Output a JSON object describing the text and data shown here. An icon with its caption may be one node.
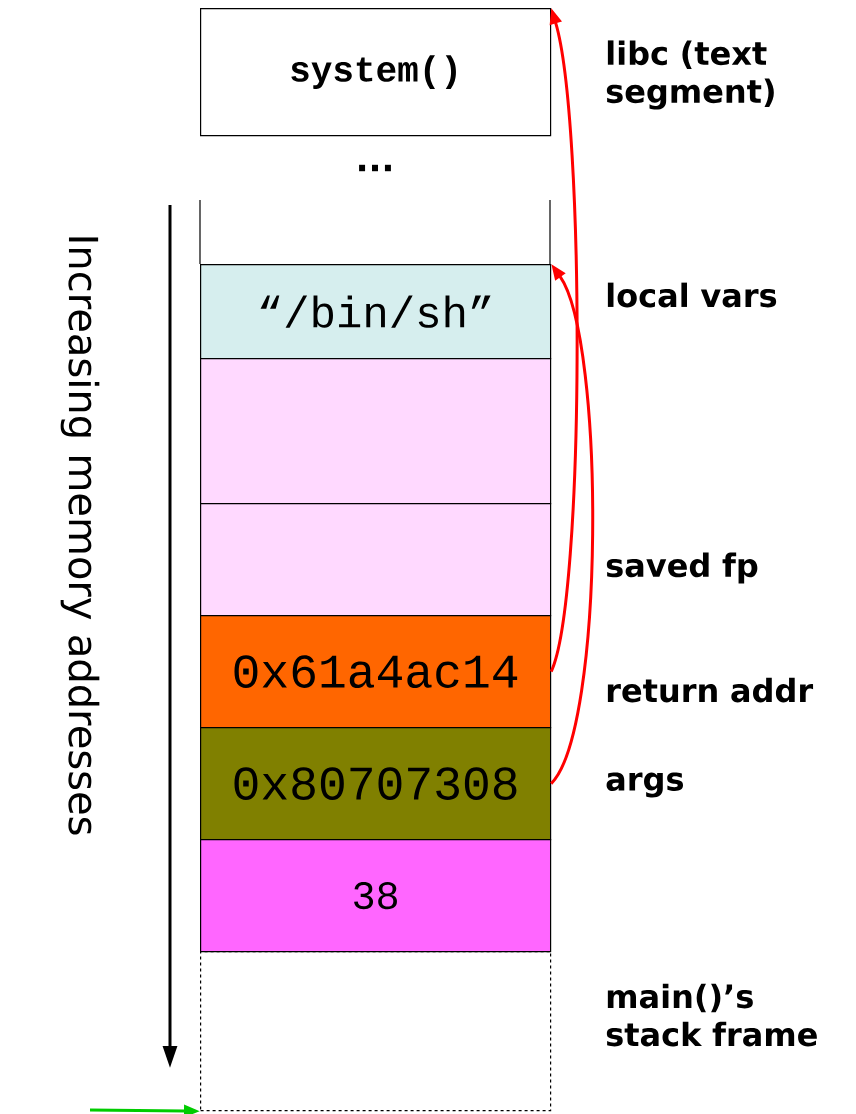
{
  "diagram": {
    "nodes": [
      {
        "text": [
          "system()"
        ]
      },
      {
        "text": [
          "“/bin/sh”"
        ]
      },
      {
        "text": [],
        "shape": "box"
      },
      {
        "text": [],
        "shape": "box"
      },
      {
        "text": [
          "0x61a4ac14"
        ]
      },
      {
        "text": [
          "0x80707308"
        ]
      },
      {
        "text": [
          "38"
        ]
      },
      {
        "text": [],
        "shape": "box"
      }
    ],
    "edges": [
      {
        "from": 4,
        "to": 0,
        "arrow": "to",
        "color": "#ff0000"
      },
      {
        "from": 5,
        "to": 1,
        "arrow": "to",
        "color": "#ff0000"
      },
      {
        "from": null,
        "to": 7,
        "arrow": "to",
        "color": "#00cc00"
      }
    ],
    "labels": [
      "libc (text segment)",
      "...",
      "local vars",
      "saved fp",
      "return addr",
      "args",
      "main()’s stack frame",
      "Increasing memory addresses"
    ]
  }
}
